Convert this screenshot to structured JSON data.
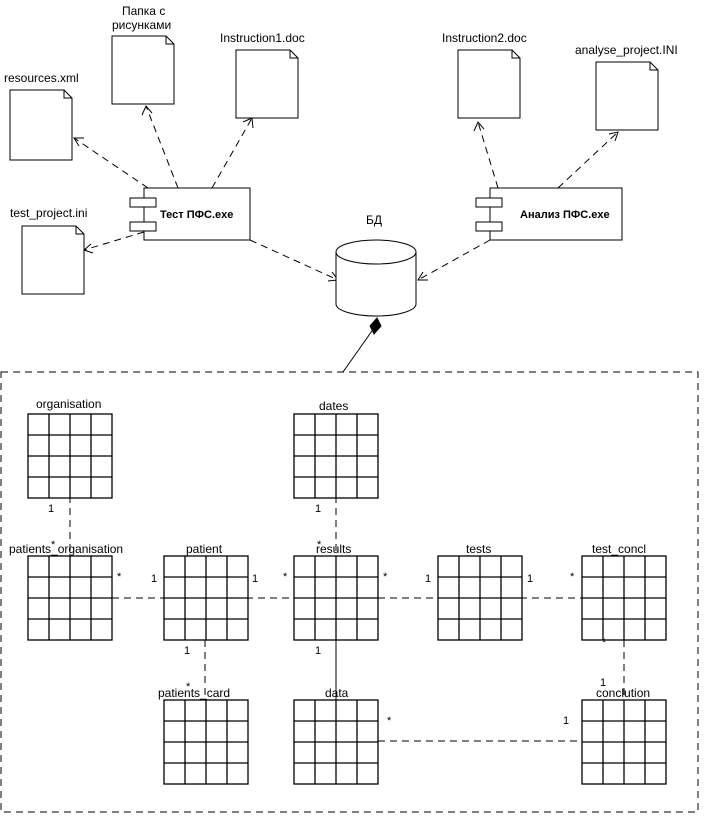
{
  "files": {
    "resources_xml": "resources.xml",
    "pictures_folder_line1": "Папка с",
    "pictures_folder_line2": "рисунками",
    "instruction1": "Instruction1.doc",
    "test_project_ini": "test_project.ini",
    "instruction2": "Instruction2.doc",
    "analyse_project_ini": "analyse_project.INI"
  },
  "components": {
    "test_exe": "Тест ПФС.exe",
    "analysis_exe": "Анализ ПФС.exe"
  },
  "database": {
    "label": "БД"
  },
  "tables": {
    "organisation": "organisation",
    "dates": "dates",
    "patients_organisation": "patients_organisation",
    "patient": "patient",
    "results": "results",
    "tests": "tests",
    "test_concl": "test_concl",
    "patients_card": "patients_card",
    "data": "data",
    "conclution": "conclution"
  },
  "multiplicities": {
    "org_po_one": "1",
    "org_po_many": "*",
    "po_patient_many": "*",
    "po_patient_one": "1",
    "patient_results_one": "1",
    "patient_results_many": "*",
    "dates_results_one": "1",
    "dates_results_many": "*",
    "results_tests_many": "*",
    "results_tests_one": "1",
    "tests_concl_one": "1",
    "tests_concl_many": "*",
    "patient_card_one": "1",
    "patient_card_many": "*",
    "results_data_one": "1",
    "data_conclution_many": "*",
    "data_conclution_one": "1",
    "concl_conclution_many": "*",
    "concl_conclution_one": "1"
  }
}
